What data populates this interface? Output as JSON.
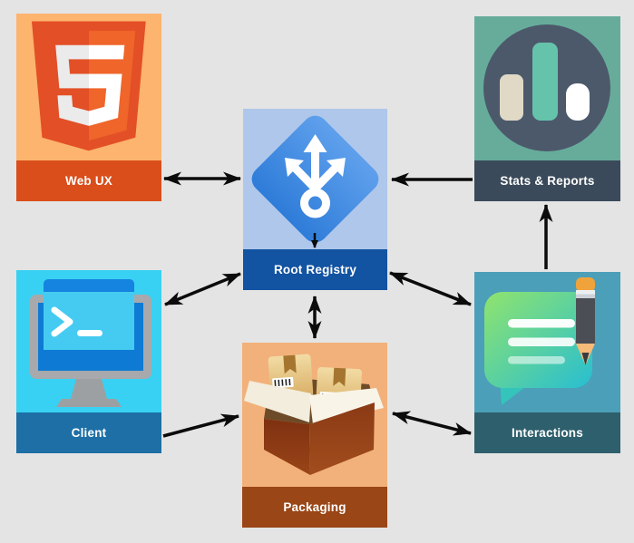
{
  "diagram": {
    "type": "architecture-diagram",
    "background_color": "#E4E4E4",
    "arrow_color": "#0B0B0B",
    "nodes": [
      {
        "id": "web-ux",
        "label": "Web UX",
        "icon": "html5-shield-icon",
        "bg_color": "#FCB46E",
        "band_color": "#D94E1B"
      },
      {
        "id": "stats-reports",
        "label": "Stats & Reports",
        "icon": "bar-chart-circle-icon",
        "bg_color": "#67AC9B",
        "band_color": "#3B4A5A"
      },
      {
        "id": "root-registry",
        "label": "Root Registry",
        "icon": "branch-hub-diamond-icon",
        "bg_color": "#AFC7EA",
        "band_color": "#1253A2"
      },
      {
        "id": "client",
        "label": "Client",
        "icon": "terminal-monitor-icon",
        "bg_color": "#38D1F3",
        "band_color": "#1D6FA5"
      },
      {
        "id": "packaging",
        "label": "Packaging",
        "icon": "open-box-icon",
        "bg_color": "#F2B17A",
        "band_color": "#9A4616"
      },
      {
        "id": "interactions",
        "label": "Interactions",
        "icon": "chat-pencil-icon",
        "bg_color": "#4C9FB8",
        "band_color": "#2E5F6D"
      }
    ],
    "edges": [
      {
        "from": "web-ux",
        "to": "root-registry",
        "bidirectional": true
      },
      {
        "from": "stats-reports",
        "to": "root-registry",
        "bidirectional": false
      },
      {
        "from": "client",
        "to": "root-registry",
        "bidirectional": true
      },
      {
        "from": "root-registry",
        "to": "packaging",
        "bidirectional": true
      },
      {
        "from": "root-registry",
        "to": "interactions",
        "bidirectional": true
      },
      {
        "from": "client",
        "to": "packaging",
        "bidirectional": false
      },
      {
        "from": "packaging",
        "to": "interactions",
        "bidirectional": true
      },
      {
        "from": "interactions",
        "to": "stats-reports",
        "bidirectional": false
      }
    ]
  }
}
